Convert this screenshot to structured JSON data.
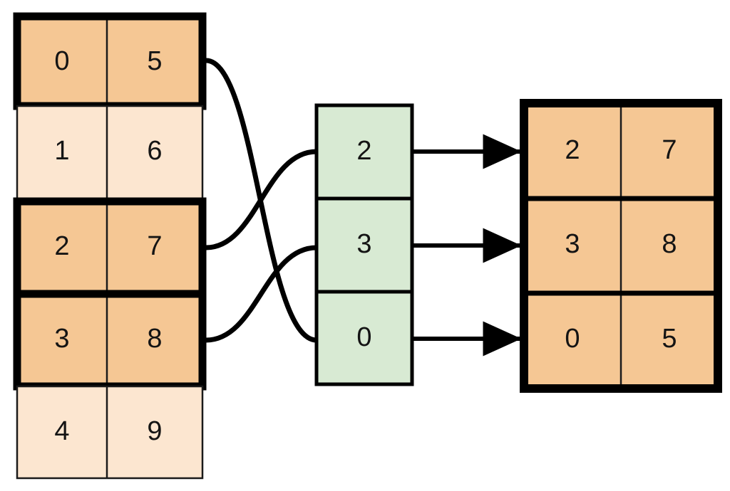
{
  "diagram": {
    "title": "gather-rows-by-index",
    "colors": {
      "highlight_fill": "#f5c794",
      "plain_fill": "#fce6d0",
      "index_fill": "#d8ead3",
      "stroke": "#000000",
      "thin_stroke": "#1a1a1a",
      "text": "#141414",
      "background": "#ffffff"
    },
    "source_table": {
      "name": "source-table",
      "rows": [
        {
          "index": 0,
          "col0": "0",
          "col1": "5",
          "highlighted": true
        },
        {
          "index": 1,
          "col0": "1",
          "col1": "6",
          "highlighted": false
        },
        {
          "index": 2,
          "col0": "2",
          "col1": "7",
          "highlighted": true
        },
        {
          "index": 3,
          "col0": "3",
          "col1": "8",
          "highlighted": true
        },
        {
          "index": 4,
          "col0": "4",
          "col1": "9",
          "highlighted": false
        }
      ]
    },
    "index_column": {
      "name": "index-vector",
      "cells": [
        "2",
        "3",
        "0"
      ]
    },
    "result_table": {
      "name": "result-table",
      "rows": [
        {
          "col0": "2",
          "col1": "7"
        },
        {
          "col0": "3",
          "col1": "8"
        },
        {
          "col0": "0",
          "col1": "5"
        }
      ]
    },
    "connections": [
      {
        "from_row": 0,
        "to_index_cell": 2,
        "name": "curve-row0-to-index2"
      },
      {
        "from_row": 2,
        "to_index_cell": 0,
        "name": "curve-row2-to-index0"
      },
      {
        "from_row": 3,
        "to_index_cell": 1,
        "name": "curve-row3-to-index1"
      }
    ],
    "arrows": [
      {
        "from_index_cell": 0,
        "to_result_row": 0,
        "name": "arrow-index0-to-result0"
      },
      {
        "from_index_cell": 1,
        "to_result_row": 1,
        "name": "arrow-index1-to-result1"
      },
      {
        "from_index_cell": 2,
        "to_result_row": 2,
        "name": "arrow-index2-to-result2"
      }
    ]
  }
}
